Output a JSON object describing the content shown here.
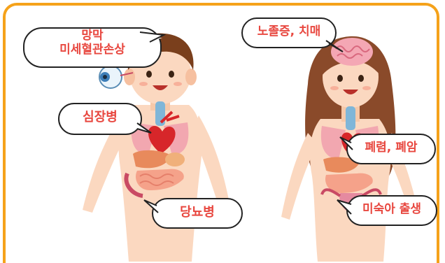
{
  "callouts": {
    "retina": {
      "line1": "망막",
      "line2": "미세혈관손상"
    },
    "heart": "심장병",
    "diabetes": "당뇨병",
    "dementia": "노졸증, 치매",
    "lung": "폐렴, 폐암",
    "preterm": "미숙아 출생"
  },
  "colors": {
    "border": "#f5a21a",
    "label_text": "#e8473f",
    "bubble_stroke": "#222222",
    "skin": "#fbd8c0",
    "hair_male": "#7a3f1c",
    "hair_female": "#8a4a2a"
  }
}
